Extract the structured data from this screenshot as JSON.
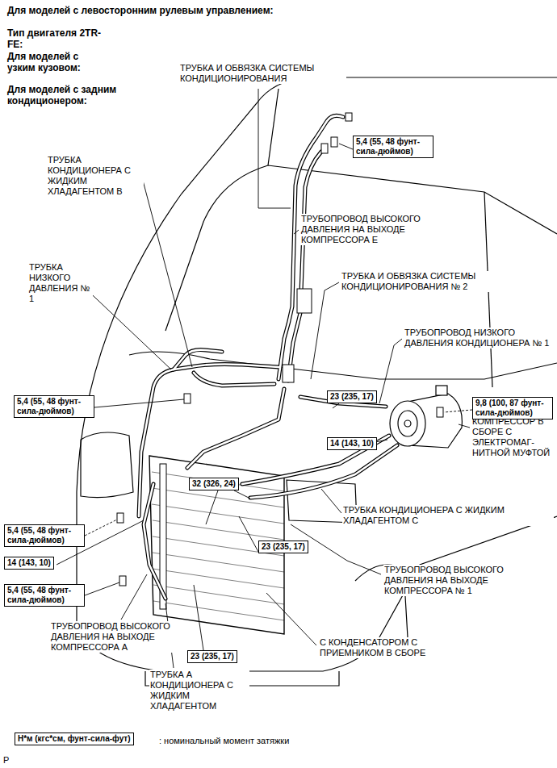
{
  "diagram": {
    "title": "Для моделей с левосторонним рулевым управлением:",
    "nodes": [
      {
        "text": [
          "5,4 (55, 48 фунт-сила-дюймов)"
        ]
      },
      {
        "text": [
          "5,4 (55, 48 фунт-сила-дюймов)"
        ]
      },
      {
        "text": [
          "23 (235, 17)"
        ]
      },
      {
        "text": [
          "9,8 (100, 87 фунт-сила-дюймов)"
        ]
      },
      {
        "text": [
          "14 (143, 10)"
        ]
      },
      {
        "text": [
          "32 (326, 24)"
        ]
      },
      {
        "text": [
          "5,4 (55, 48 фунт-сила-дюймов)"
        ]
      },
      {
        "text": [
          "14 (143, 10)"
        ]
      },
      {
        "text": [
          "23 (235, 17)"
        ]
      },
      {
        "text": [
          "5,4 (55, 48 фунт-сила-дюймов)"
        ]
      },
      {
        "text": [
          "23 (235, 17)"
        ]
      },
      {
        "text": [
          "Н*м (кгс*см, фунт-сила-фут)"
        ]
      }
    ],
    "labels": [
      "Тип двигателя 2TR-FE:",
      "Для моделей с узким кузовом:",
      "Для моделей с задним кондиционером:",
      "ТРУБКА И ОБВЯЗКА СИСТЕМЫ КОНДИЦИОНИРОВАНИЯ",
      "ТРУБКА КОНДИЦИОНЕРА С ЖИДКИМ ХЛАДАГЕНТОМ B",
      "ТРУБОПРОВОД ВЫСОКОГО ДАВЛЕНИЯ НА ВЫХОДЕ КОМПРЕССОРА E",
      "ТРУБКА НИЗКОГО ДАВЛЕНИЯ № 1",
      "ТРУБКА И ОБВЯЗКА СИСТЕМЫ КОНДИЦИОНИРОВАНИЯ № 2",
      "ТРУБОПРОВОД НИЗКОГО ДАВЛЕНИЯ КОНДИЦИОНЕРА № 1",
      "КОМПРЕССОР В СБОРЕ С ЭЛЕКТРОМАГ-НИТНОЙ МУФТОЙ",
      "ТРУБКА КОНДИЦИОНЕРА С ЖИДКИМ ХЛАДАГЕНТОМ C",
      "ТРУБОПРОВОД ВЫСОКОГО ДАВЛЕНИЯ НА ВЫХОДЕ КОМПРЕССОРА № 1",
      "С КОНДЕНСАТОРОМ С ПРИЕМНИКОМ В СБОРЕ",
      "ТРУБОПРОВОД ВЫСОКОГО ДАВЛЕНИЯ НА ВЫХОДЕ КОМПРЕССОРА A",
      "ТРУБКА A КОНДИЦИОНЕРА С ЖИДКИМ ХЛАДАГЕНТОМ",
      ": номинальный момент затяжки",
      "P"
    ]
  }
}
